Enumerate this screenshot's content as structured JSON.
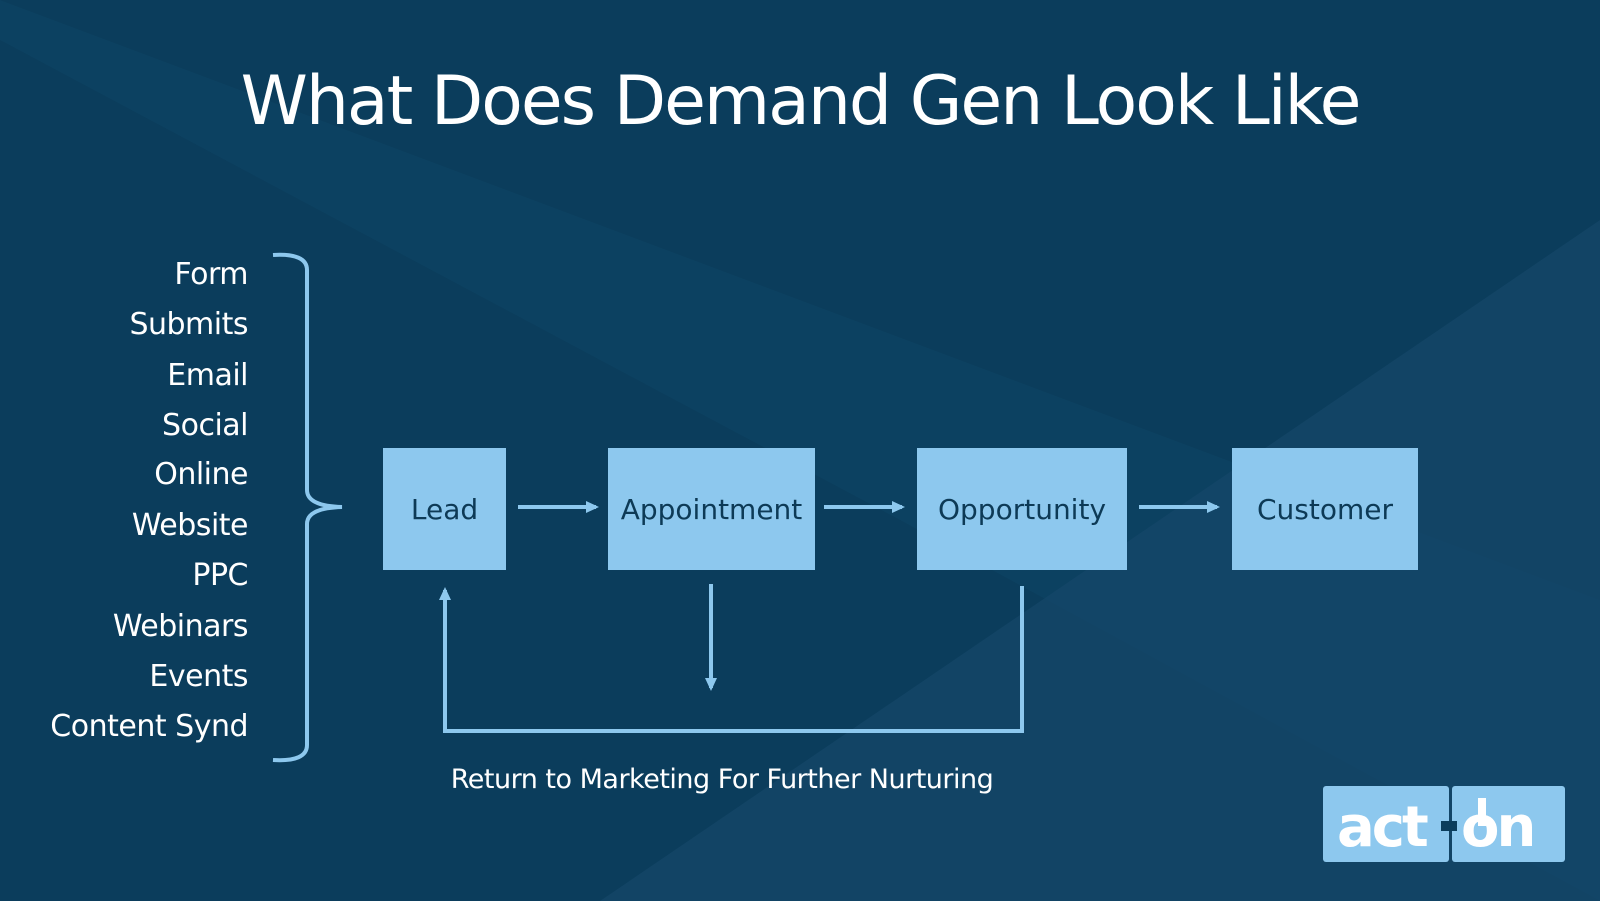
{
  "title": "What Does Demand Gen Look Like",
  "sources": [
    "Form",
    "Submits",
    "Email",
    "Social",
    "Online",
    "Website",
    "PPC",
    "Webinars",
    "Events",
    "Content Synd"
  ],
  "stages": [
    "Lead",
    "Appointment",
    "Opportunity",
    "Customer"
  ],
  "return_note": "Return to Marketing For Further Nurturing",
  "logo_text": "act-on",
  "colors": {
    "background": "#0b3d5c",
    "box": "#8dc8ee",
    "box_text": "#0d3a56",
    "line": "#8dc8ee"
  }
}
